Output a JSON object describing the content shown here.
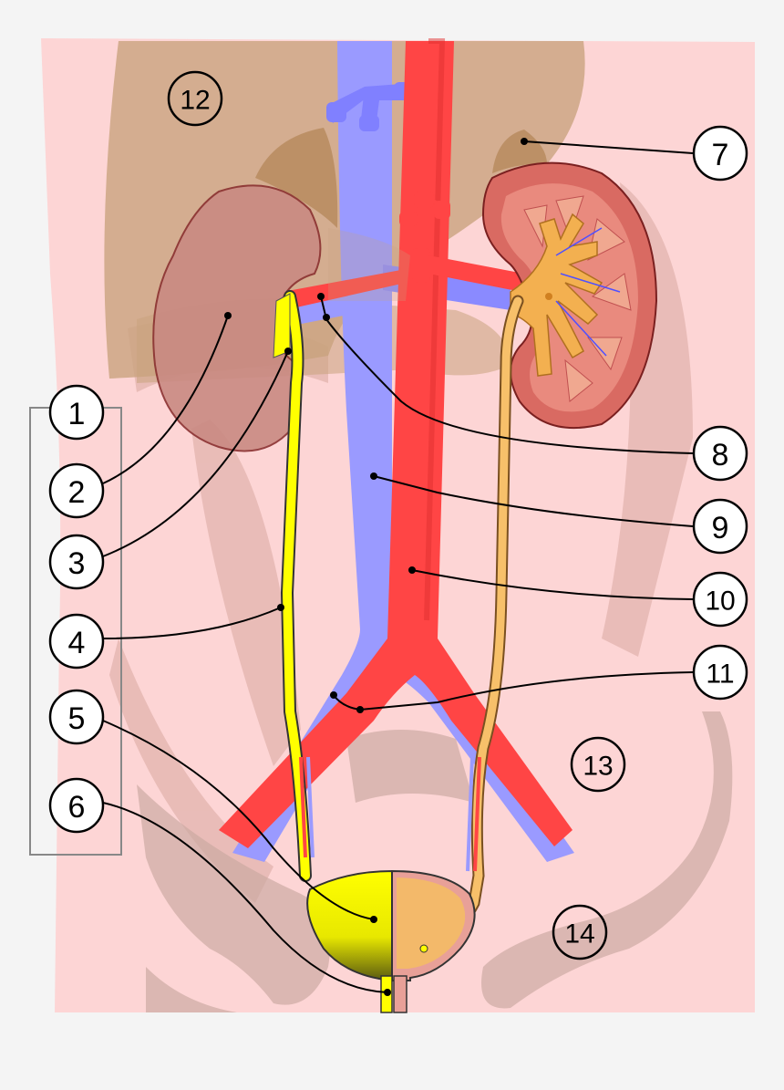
{
  "labels": {
    "l1": "1",
    "l2": "2",
    "l3": "3",
    "l4": "4",
    "l5": "5",
    "l6": "6",
    "l7": "7",
    "l8": "8",
    "l9": "9",
    "l10": "10",
    "l11": "11",
    "l12": "12",
    "l13": "13",
    "l14": "14"
  },
  "colors": {
    "background": "#f4f4f4",
    "body_skin": "#fdd5d5",
    "liver": "#c9a27e",
    "kidney": "#c98a82",
    "vein": "#9a9aff",
    "artery": "#ff4545",
    "ureter": "#ffff00",
    "bladder_urine": "#f3b96a",
    "bone_shadow": "#c9a8a0"
  }
}
